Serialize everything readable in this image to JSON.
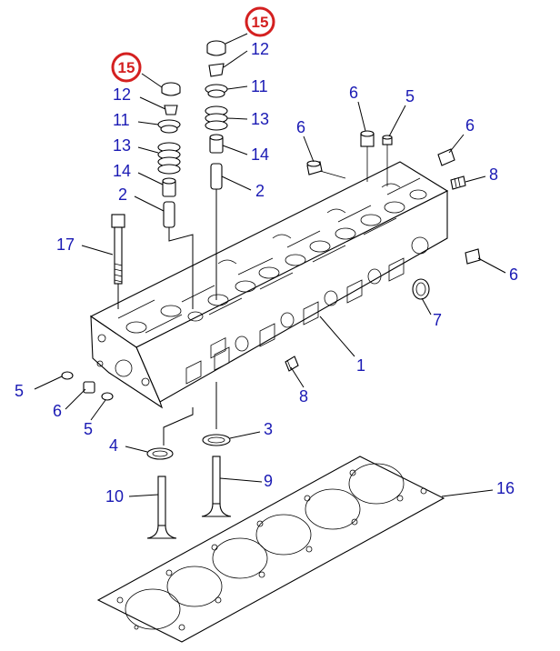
{
  "colors": {
    "callout_text": "#1a1ab4",
    "highlight_ring": "#d42020",
    "line_art": "#000000",
    "background": "#ffffff"
  },
  "callouts": [
    {
      "id": "c15a",
      "text": "15",
      "highlight": true
    },
    {
      "id": "c15b",
      "text": "15",
      "highlight": true
    },
    {
      "id": "c12a",
      "text": "12"
    },
    {
      "id": "c12b",
      "text": "12"
    },
    {
      "id": "c11a",
      "text": "11"
    },
    {
      "id": "c11b",
      "text": "11"
    },
    {
      "id": "c13a",
      "text": "13"
    },
    {
      "id": "c13b",
      "text": "13"
    },
    {
      "id": "c14a",
      "text": "14"
    },
    {
      "id": "c14b",
      "text": "14"
    },
    {
      "id": "c2a",
      "text": "2"
    },
    {
      "id": "c2b",
      "text": "2"
    },
    {
      "id": "c17",
      "text": "17"
    },
    {
      "id": "c6a",
      "text": "6"
    },
    {
      "id": "c6b",
      "text": "6"
    },
    {
      "id": "c6c",
      "text": "6"
    },
    {
      "id": "c6d",
      "text": "6"
    },
    {
      "id": "c6e",
      "text": "6"
    },
    {
      "id": "c5a",
      "text": "5"
    },
    {
      "id": "c5b",
      "text": "5"
    },
    {
      "id": "c5c",
      "text": "5"
    },
    {
      "id": "c8a",
      "text": "8"
    },
    {
      "id": "c8b",
      "text": "8"
    },
    {
      "id": "c7",
      "text": "7"
    },
    {
      "id": "c1",
      "text": "1"
    },
    {
      "id": "c3",
      "text": "3"
    },
    {
      "id": "c4",
      "text": "4"
    },
    {
      "id": "c9",
      "text": "9"
    },
    {
      "id": "c10",
      "text": "10"
    },
    {
      "id": "c16",
      "text": "16"
    }
  ],
  "icons": {
    "highlight": "red-circle-icon"
  }
}
